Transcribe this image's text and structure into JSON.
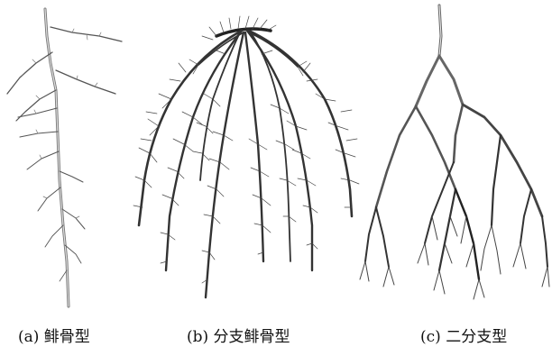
{
  "panels": [
    {
      "id": "a",
      "caption": "(a) 鲱骨型"
    },
    {
      "id": "b",
      "caption": "(b) 分支鲱骨型"
    },
    {
      "id": "c",
      "caption": "(c) 二分支型"
    }
  ],
  "colors": {
    "root_light": "#9a9a9a",
    "root_dark": "#3a3a3a",
    "root_outline": "#555555",
    "background": "#ffffff"
  }
}
